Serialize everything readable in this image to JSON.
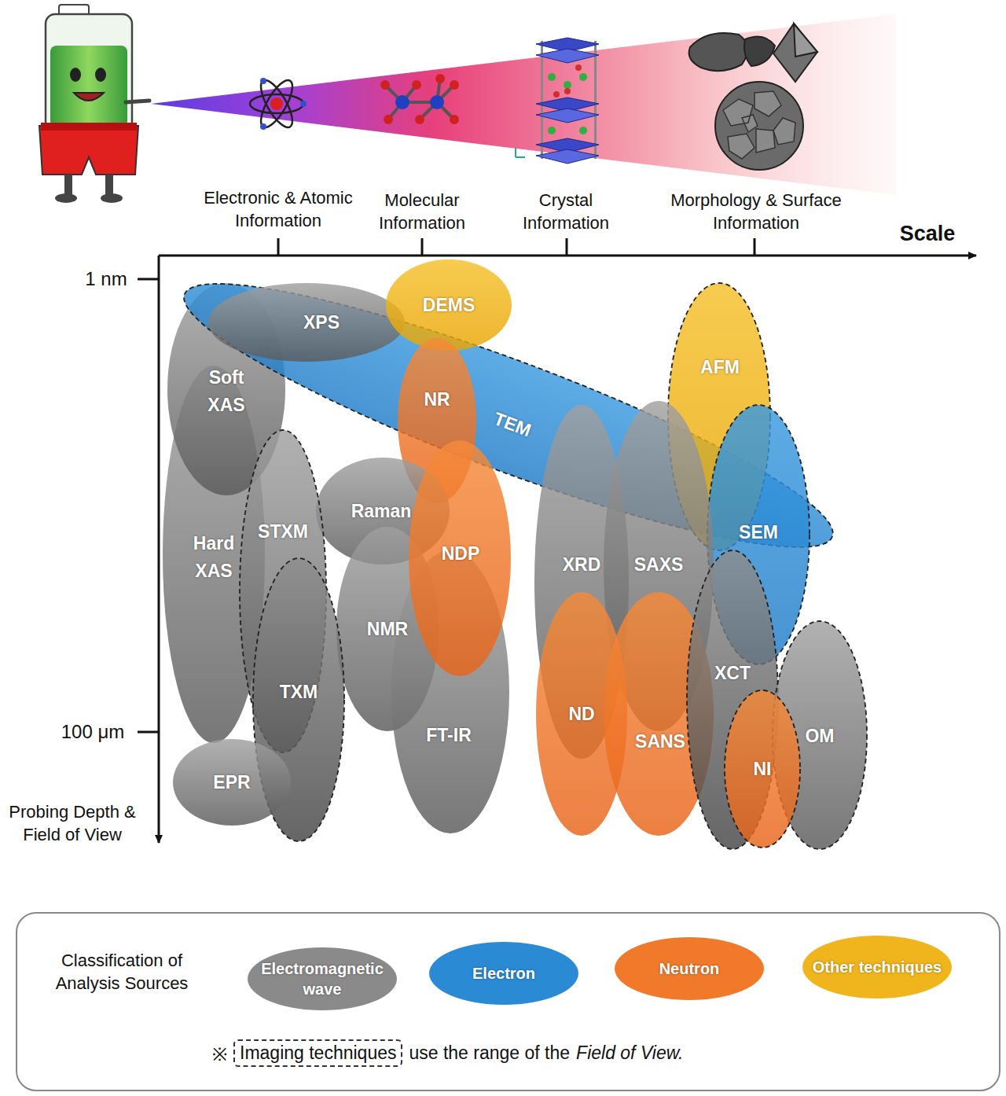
{
  "diagram": {
    "nodes": [
      {
        "text": [
          "XPS"
        ]
      },
      {
        "text": [
          "DEMS"
        ]
      },
      {
        "text": [
          "Soft XAS"
        ]
      },
      {
        "text": [
          "NR"
        ]
      },
      {
        "text": [
          "TEM"
        ]
      },
      {
        "text": [
          "AFM"
        ]
      },
      {
        "text": [
          "Raman"
        ]
      },
      {
        "text": [
          "STXM"
        ]
      },
      {
        "text": [
          "Hard XAS"
        ]
      },
      {
        "text": [
          "NDP"
        ]
      },
      {
        "text": [
          "XRD"
        ]
      },
      {
        "text": [
          "SAXS"
        ]
      },
      {
        "text": [
          "SEM"
        ]
      },
      {
        "text": [
          "NMR"
        ]
      },
      {
        "text": [
          "TXM"
        ]
      },
      {
        "text": [
          "XCT"
        ]
      },
      {
        "text": [
          "ND"
        ]
      },
      {
        "text": [
          "SANS"
        ]
      },
      {
        "text": [
          "FT-IR"
        ]
      },
      {
        "text": [
          "OM"
        ]
      },
      {
        "text": [
          "NI"
        ]
      },
      {
        "text": [
          "EPR"
        ]
      }
    ],
    "labels": [
      "Electronic & Atomic Information",
      "Molecular Information",
      "Crystal Information",
      "Morphology & Surface Information",
      "Scale",
      "1 nm",
      "100 μm",
      "Probing Depth & Field of View",
      "Classification of Analysis Sources",
      "※",
      "Imaging techniques",
      "use the range of the",
      "Field of View."
    ],
    "legend": [
      {
        "text": "Electromagnetic wave",
        "color": "#8a8a8a"
      },
      {
        "text": "Electron",
        "color": "#2a8ad4"
      },
      {
        "text": "Neutron",
        "color": "#f07a2a"
      },
      {
        "text": "Other techniques",
        "color": "#f0b51c"
      }
    ]
  }
}
